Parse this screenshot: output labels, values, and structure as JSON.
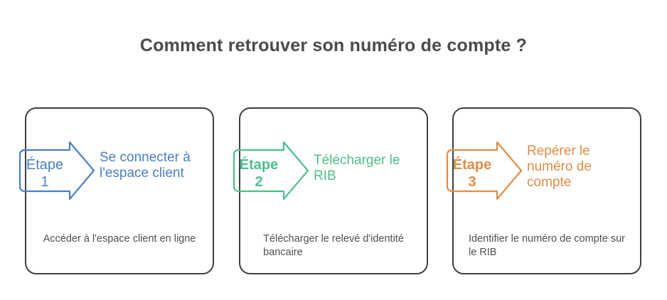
{
  "title": "Comment retrouver son numéro de compte ?",
  "colors": {
    "step1_accent": "#4a7ec4",
    "step2_accent": "#4dbe8c",
    "step3_accent": "#de8d44",
    "card_border": "#3f3f3f",
    "title_text": "#4a4a4a",
    "description_text": "#4f4f4f"
  },
  "steps": [
    {
      "icon": "right-arrow-outline",
      "badge_word": "Étape",
      "badge_number": "1",
      "title": "Se connecter à\nl'espace client",
      "description": "Accéder à l'espace client en ligne"
    },
    {
      "icon": "right-arrow-outline",
      "badge_word": "Étape",
      "badge_number": "2",
      "title": "Télécharger le\nRIB",
      "description": "Télécharger le relevé d'identité\nbancaire"
    },
    {
      "icon": "right-arrow-outline",
      "badge_word": "Étape",
      "badge_number": "3",
      "title": "Repérer le\nnuméro de\ncompte",
      "description": "Identifier le numéro de compte sur\nle RIB"
    }
  ]
}
